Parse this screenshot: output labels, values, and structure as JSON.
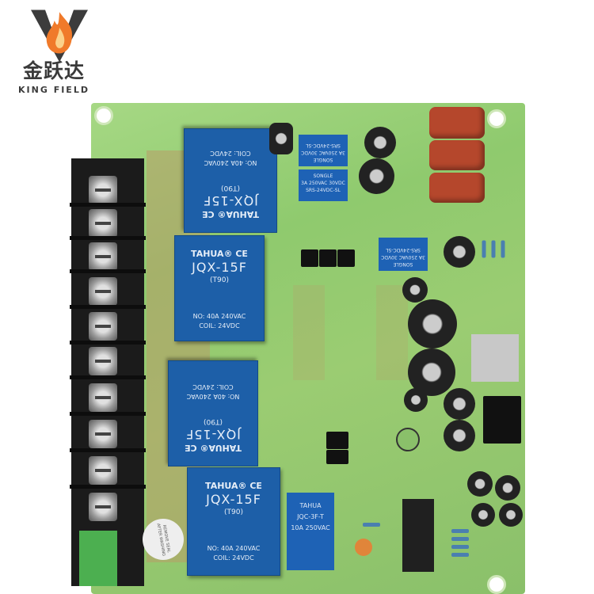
{
  "logo": {
    "chinese": "金跃达",
    "english": "KING FIELD",
    "colors": {
      "flame": "#f07a2a",
      "wing": "#3c3c3c"
    }
  },
  "board": {
    "color": "#96cb70"
  },
  "relays_large": [
    {
      "brand": "TAHUA® CE",
      "model": "JQX-15F",
      "variant": "(T90)",
      "contacts": "NO: 40A 240VAC",
      "coil": "COIL: 24VDC"
    },
    {
      "brand": "TAHUA® CE",
      "model": "JQX-15F",
      "variant": "(T90)",
      "contacts": "NO: 40A 240VAC",
      "coil": "COIL: 24VDC"
    },
    {
      "brand": "TAHUA® CE",
      "model": "JQX-15F",
      "variant": "(T90)",
      "contacts": "NO: 40A 240VAC",
      "coil": "COIL: 24VDC"
    },
    {
      "brand": "TAHUA® CE",
      "model": "JQX-15F",
      "variant": "(T90)",
      "contacts": "NO: 40A 240VAC",
      "coil": "COIL: 24VDC"
    }
  ],
  "relays_small": [
    {
      "brand": "SONGLE",
      "rating": "3A 250VAC 30VDC",
      "model": "SRS-24VDC-SL"
    },
    {
      "brand": "SONGLE",
      "rating": "3A 250VAC 30VDC",
      "model": "SRS-24VDC-SL"
    },
    {
      "brand": "SONGLE",
      "rating": "3A 250VAC 30VDC",
      "model": "SRS-24VDC-SL"
    }
  ],
  "relay_jqc": {
    "brand": "TAHUA",
    "model": "JQC-3F-T",
    "rating": "10A 250VAC"
  },
  "buzzer_label": "REMOVE SEAL AFTER WASHING"
}
